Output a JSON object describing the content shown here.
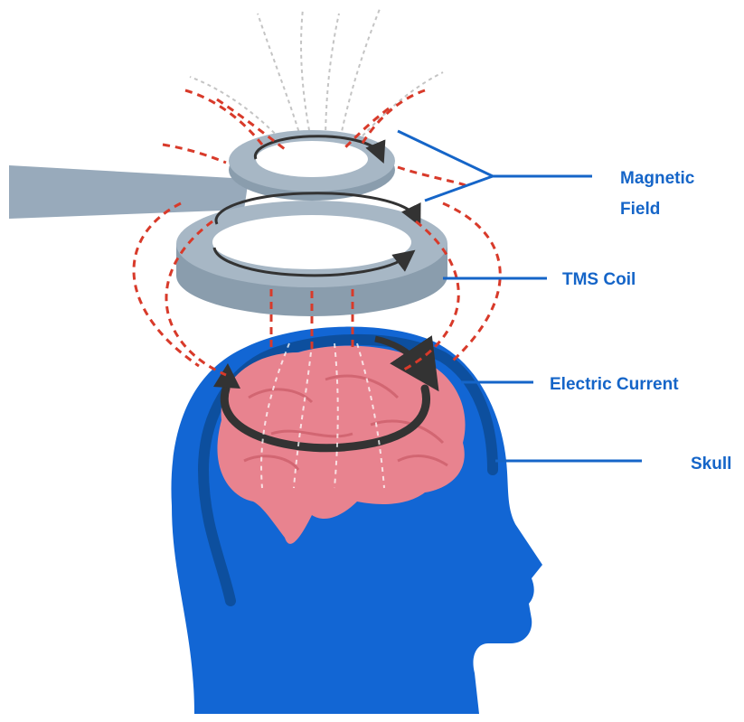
{
  "labels": {
    "magnetic_field_line1": "Magnetic",
    "magnetic_field_line2": "Field",
    "tms_coil": "TMS Coil",
    "electric_current": "Electric Current",
    "skull": "Skull"
  },
  "colors": {
    "label_blue": "#1565c8",
    "head_blue": "#1266d4",
    "skull_blue": "#0d4f9e",
    "brain_pink": "#e8838f",
    "coil_gray": "#98aabb",
    "field_red": "#d83a2a",
    "current_dark": "#333333"
  },
  "icons": [
    "head-silhouette",
    "brain",
    "tms-coil",
    "coil-handle",
    "magnetic-field-lines",
    "current-arrow"
  ]
}
